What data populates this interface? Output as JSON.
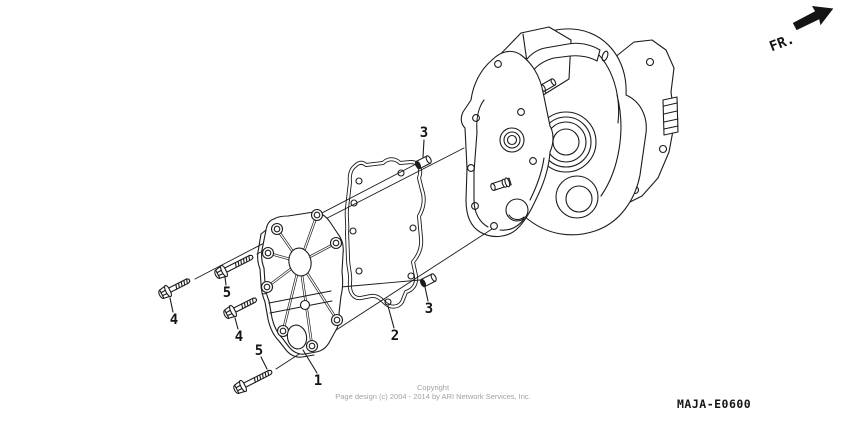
{
  "page": {
    "background": "#ffffff",
    "line_color": "#1c1c1c",
    "copyright_color": "#a2a2a2"
  },
  "annotations": {
    "direction_label": "FR.",
    "diagram_code": "MAJA-E0600",
    "copyright_line1": "Copyright",
    "copyright_line2": "Page design (c) 2004 - 2014 by ARI Network Services, Inc."
  },
  "callouts": [
    {
      "ref": "1"
    },
    {
      "ref": "2"
    },
    {
      "ref": "3"
    },
    {
      "ref": "3"
    },
    {
      "ref": "4"
    },
    {
      "ref": "4"
    },
    {
      "ref": "5"
    },
    {
      "ref": "5"
    }
  ]
}
